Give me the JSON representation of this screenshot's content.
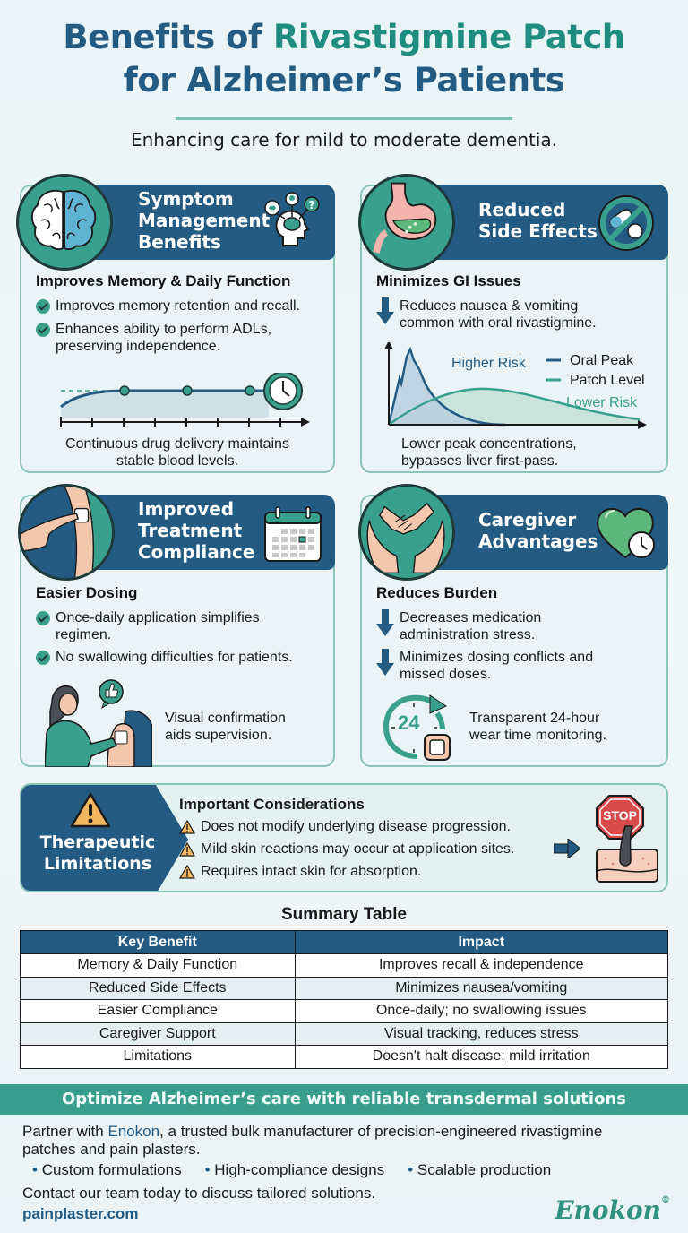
{
  "header": {
    "title_part1": "Benefits of ",
    "title_accent": "Rivastigmine Patch",
    "title_line2": "for Alzheimer’s Patients",
    "subtitle": "Enhancing care for mild to moderate dementia."
  },
  "colors": {
    "primary_blue": "#245b82",
    "teal": "#3aa08e",
    "background": "#eaf4f6"
  },
  "cards": [
    {
      "title_lines": [
        "Symptom",
        "Management",
        "Benefits"
      ],
      "icon": "brain-icon",
      "header_icon": "head-thinking-icon",
      "heading": "Improves Memory & Daily Function",
      "bullets": [
        "Improves memory retention and recall.",
        "Enhances ability to perform ADLs,",
        "preserving independence."
      ],
      "caption_lines": [
        "Continuous drug delivery maintains",
        "stable blood levels."
      ]
    },
    {
      "title_lines": [
        "Reduced",
        "Side Effects"
      ],
      "icon": "stomach-icon",
      "header_icon": "no-pills-icon",
      "heading": "Minimizes GI Issues",
      "bullets": [
        "Reduces nausea & vomiting",
        "common with oral rivastigmine."
      ],
      "chart_labels": {
        "higher": "Higher Risk",
        "lower": "Lower Risk",
        "legend_oral": "Oral Peak",
        "legend_patch": "Patch Level"
      },
      "caption_lines": [
        "Lower peak concentrations,",
        "bypasses liver first-pass."
      ]
    },
    {
      "title_lines": [
        "Improved",
        "Treatment",
        "Compliance"
      ],
      "icon": "apply-patch-icon",
      "header_icon": "calendar-icon",
      "heading": "Easier Dosing",
      "bullets": [
        "Once-daily application simplifies",
        "regimen.",
        "No swallowing difficulties for patients."
      ],
      "caption_lines": [
        "Visual confirmation",
        "aids supervision."
      ]
    },
    {
      "title_lines": [
        "Caregiver",
        "Advantages"
      ],
      "icon": "caring-hands-icon",
      "header_icon": "heart-clock-icon",
      "heading": "Reduces Burden",
      "bullets": [
        "Decreases medication",
        "administration stress.",
        "Minimizes dosing conflicts and",
        "missed doses."
      ],
      "clock_number": "24",
      "caption_lines": [
        "Transparent 24-hour",
        "wear time monitoring."
      ]
    }
  ],
  "limitations": {
    "title_lines": [
      "Therapeutic",
      "Limitations"
    ],
    "heading": "Important Considerations",
    "items": [
      "Does not modify underlying disease progression.",
      "Mild skin reactions may occur at application sites.",
      "Requires intact skin for absorption."
    ],
    "stop_label": "STOP"
  },
  "summary_table": {
    "title": "Summary Table",
    "headers": [
      "Key Benefit",
      "Impact"
    ],
    "rows": [
      [
        "Memory & Daily Function",
        "Improves recall & independence"
      ],
      [
        "Reduced Side Effects",
        "Minimizes nausea/vomiting"
      ],
      [
        "Easier Compliance",
        "Once-daily; no swallowing issues"
      ],
      [
        "Caregiver Support",
        "Visual tracking, reduces stress"
      ],
      [
        "Limitations",
        "Doesn't halt disease; mild irritation"
      ]
    ]
  },
  "footer": {
    "cta": "Optimize Alzheimer’s care with reliable transdermal solutions",
    "partner_prefix": "Partner with ",
    "partner_brand": "Enokon",
    "partner_suffix": ", a trusted bulk manufacturer of precision-engineered rivastigmine",
    "partner_line2": "patches and pain plasters.",
    "bullets": [
      "Custom formulations",
      "High-compliance designs",
      "Scalable production"
    ],
    "contact": "Contact our team today to discuss tailored solutions.",
    "website": "painplaster.com",
    "logo": "Enokon",
    "logo_mark": "®"
  }
}
